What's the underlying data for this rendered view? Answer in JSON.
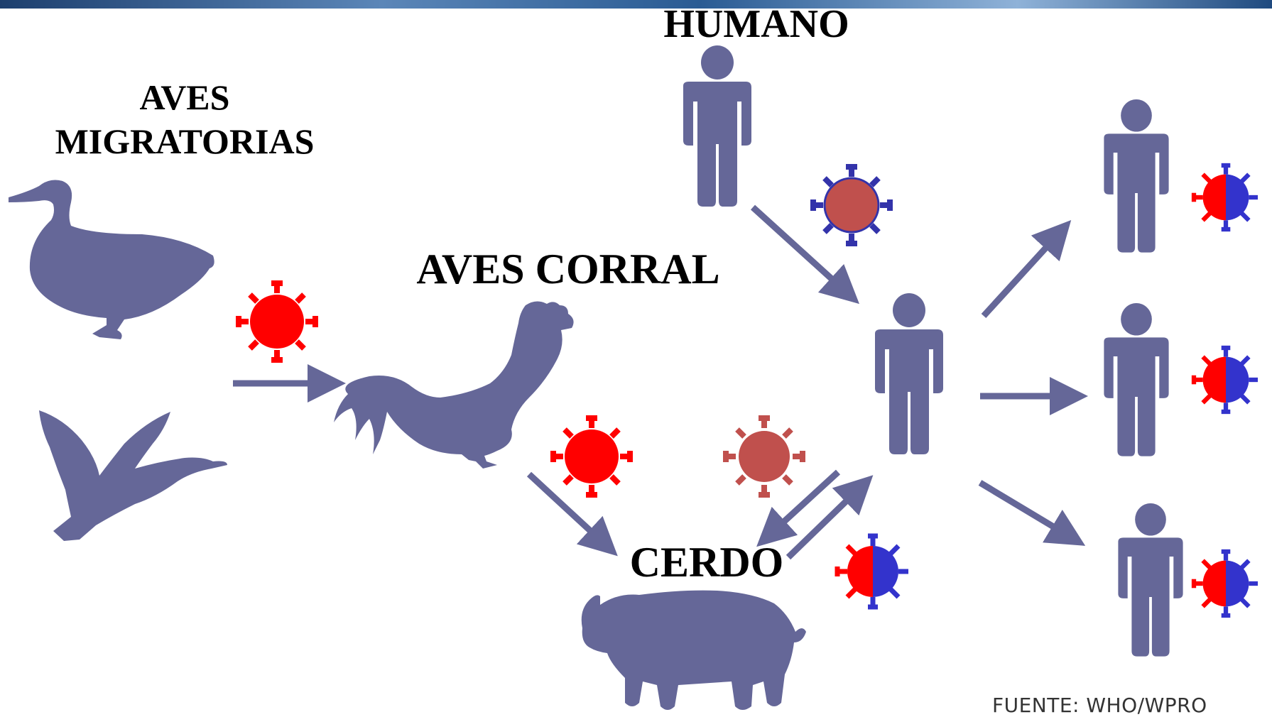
{
  "labels": {
    "humano": "HUMANO",
    "aves_migratorias_line1": "AVES",
    "aves_migratorias_line2": "MIGRATORIAS",
    "aves_corral": "AVES CORRAL",
    "cerdo": "CERDO",
    "source": "FUENTE: WHO/WPRO"
  },
  "colors": {
    "silhouette": "#656798",
    "avian_virus": "#ff0000",
    "human_virus_fill": "#c0504d",
    "human_virus_spikes": "#3333aa",
    "swine_virus": "#c0504d",
    "reassortant_red": "#ff0000",
    "reassortant_blue": "#3333cc",
    "arrow": "#656798",
    "header_strip": "#2a5b93"
  },
  "icons": [
    "duck-icon",
    "flying-duck-icon",
    "rooster-icon",
    "pig-icon",
    "person-icon",
    "virus-icon",
    "reassortant-virus-icon",
    "arrow-icon"
  ]
}
